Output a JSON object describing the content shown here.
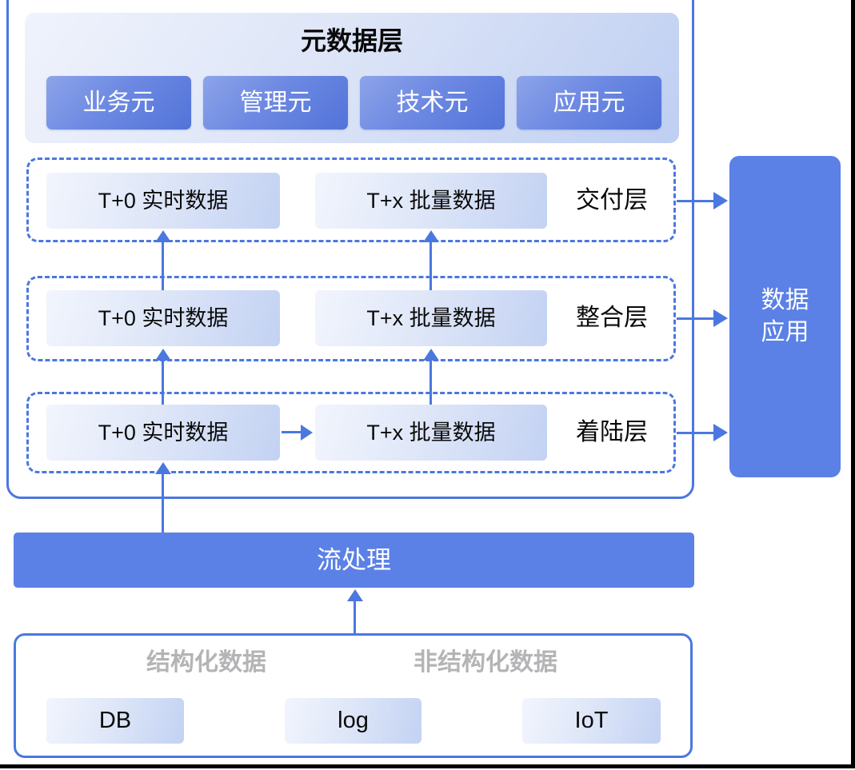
{
  "colors": {
    "accent_blue": "#4b77e0",
    "solid_blue": "#5b81e6",
    "chip_gradient_start": "#8da4e9",
    "chip_gradient_end": "#5273d9",
    "lightbox_gradient_start": "#f2f5fd",
    "lightbox_gradient_end": "#c3d2f3",
    "gray_label": "#b4b4b6"
  },
  "metadata_panel": {
    "title": "元数据层",
    "items": [
      {
        "label": "业务元"
      },
      {
        "label": "管理元"
      },
      {
        "label": "技术元"
      },
      {
        "label": "应用元"
      }
    ]
  },
  "layers": [
    {
      "name": "交付层",
      "boxes": [
        "T+0 实时数据",
        "T+x 批量数据"
      ]
    },
    {
      "name": "整合层",
      "boxes": [
        "T+0 实时数据",
        "T+x 批量数据"
      ]
    },
    {
      "name": "着陆层",
      "boxes": [
        "T+0 实时数据",
        "T+x 批量数据"
      ]
    }
  ],
  "right_box": {
    "label": "数据\n应用"
  },
  "stream_bar": {
    "label": "流处理"
  },
  "sources": {
    "groups": [
      {
        "label": "结构化数据"
      },
      {
        "label": "非结构化数据"
      }
    ],
    "items": [
      {
        "label": "DB"
      },
      {
        "label": "log"
      },
      {
        "label": "IoT"
      }
    ]
  }
}
